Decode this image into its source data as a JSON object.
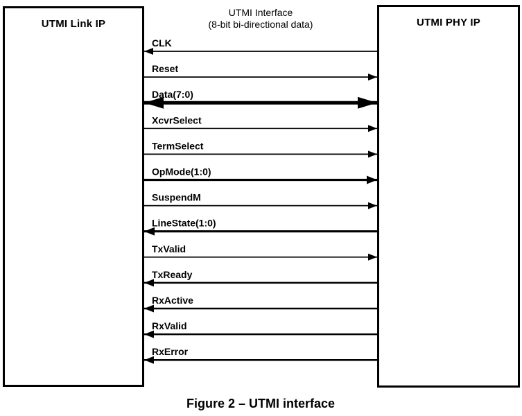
{
  "diagram": {
    "title_line1": "UTMI Interface",
    "title_line2": "(8-bit bi-directional data)",
    "left_box_label": "UTMI Link IP",
    "right_box_label": "UTMI PHY IP",
    "caption": "Figure 2 – UTMI interface",
    "colors": {
      "line": "#000000",
      "background": "#ffffff",
      "text": "#000000"
    },
    "signals": [
      {
        "name": "CLK",
        "direction": "left",
        "weight": "thin"
      },
      {
        "name": "Reset",
        "direction": "right",
        "weight": "thin"
      },
      {
        "name": "Data(7:0)",
        "direction": "both",
        "weight": "thick"
      },
      {
        "name": "XcvrSelect",
        "direction": "right",
        "weight": "thin"
      },
      {
        "name": "TermSelect",
        "direction": "right",
        "weight": "thin"
      },
      {
        "name": "OpMode(1:0)",
        "direction": "right",
        "weight": "heavy"
      },
      {
        "name": "SuspendM",
        "direction": "right",
        "weight": "thin"
      },
      {
        "name": "LineState(1:0)",
        "direction": "left",
        "weight": "heavy"
      },
      {
        "name": "TxValid",
        "direction": "right",
        "weight": "thin"
      },
      {
        "name": "TxReady",
        "direction": "left",
        "weight": "medium"
      },
      {
        "name": "RxActive",
        "direction": "left",
        "weight": "medium"
      },
      {
        "name": "RxValid",
        "direction": "left",
        "weight": "medium"
      },
      {
        "name": "RxError",
        "direction": "left",
        "weight": "medium"
      }
    ]
  }
}
